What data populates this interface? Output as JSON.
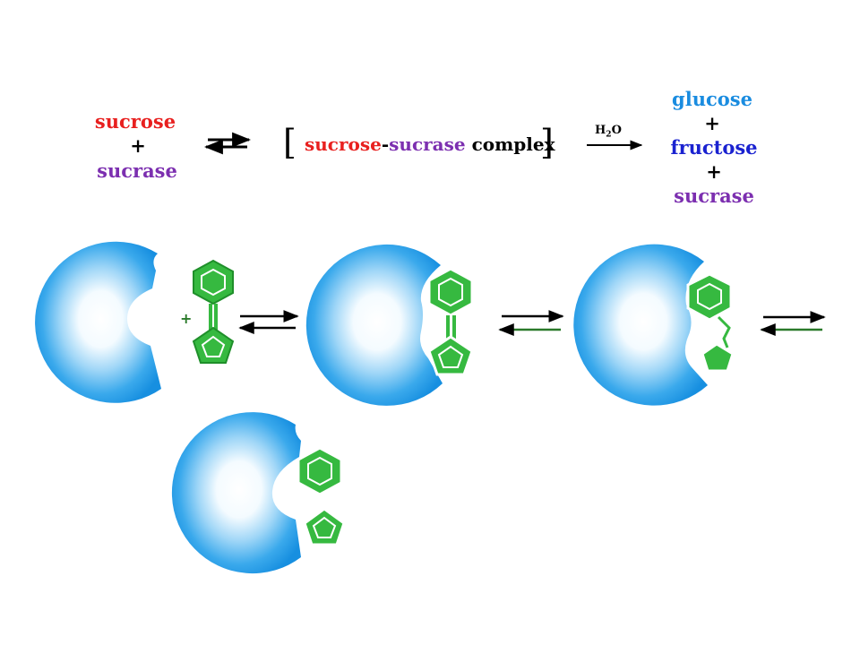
{
  "equation": {
    "reactants": {
      "substrate": "sucrose",
      "plus": "+",
      "enzyme": "sucrase"
    },
    "complex": {
      "open_bracket": "[",
      "substrate": "sucrose",
      "hyphen": "-",
      "enzyme": "sucrase",
      "word": " complex",
      "close_bracket": "]"
    },
    "water": {
      "h": "H",
      "sub": "2",
      "o": "O"
    },
    "products": {
      "product1": "glucose",
      "plus1": "+",
      "product2": "fructose",
      "plus2": "+",
      "enzyme": "sucrase"
    }
  },
  "diagram": {
    "plus": "+"
  },
  "colors": {
    "sucrose": "#e8201f",
    "sucrase": "#7c2fb0",
    "glucose": "#1a8ce0",
    "fructose": "#1a22d0",
    "enzyme_blue": "#1d9be8",
    "substrate_green": "#2fb83c",
    "arrow": "#000000",
    "arrow_green": "#2a7a2a"
  },
  "icons": [
    "enzyme-icon",
    "substrate-icon",
    "equilibrium-arrow-icon",
    "reaction-arrow-icon"
  ]
}
